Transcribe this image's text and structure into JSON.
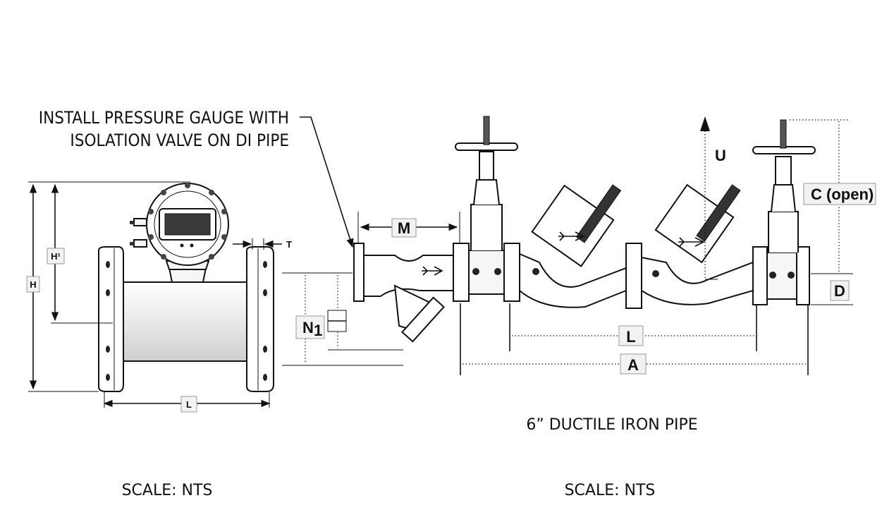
{
  "notes": {
    "gauge_line1": "INSTALL PRESSURE GAUGE WITH",
    "gauge_line2": "ISOLATION VALVE ON DI PIPE",
    "pipe_label": "6” DUCTILE IRON PIPE",
    "scale_left": "SCALE: NTS",
    "scale_right": "SCALE: NTS"
  },
  "meter_dims": {
    "H": "H",
    "H1": "H¹",
    "L": "L",
    "T": "T"
  },
  "valve_dims": {
    "M": "M",
    "N1": "N",
    "N1_sub": "1",
    "U": "U",
    "C": "C (open)",
    "D": "D",
    "L": "L",
    "A": "A"
  }
}
